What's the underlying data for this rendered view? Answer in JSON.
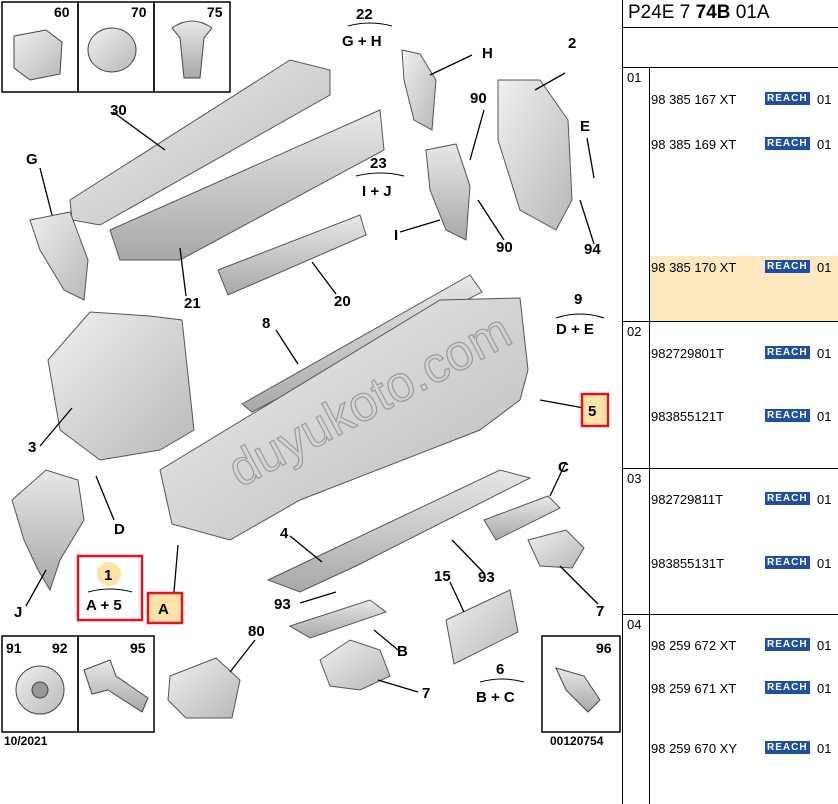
{
  "header": {
    "prefix": "P24E 7 ",
    "bold": "74B",
    "suffix": " 01A"
  },
  "groups": [
    {
      "num": "01",
      "rows": [
        {
          "pn": "98 385 167 XT",
          "qty": "01",
          "highlight": false
        },
        {
          "pn": "98 385 169 XT",
          "qty": "01",
          "highlight": false
        },
        {
          "pn": "98 385 170 XT",
          "qty": "01",
          "highlight": true
        }
      ]
    },
    {
      "num": "02",
      "rows": [
        {
          "pn": "982729801T",
          "qty": "01",
          "highlight": false
        },
        {
          "pn": "983855121T",
          "qty": "01",
          "highlight": false
        }
      ]
    },
    {
      "num": "03",
      "rows": [
        {
          "pn": "982729811T",
          "qty": "01",
          "highlight": false
        },
        {
          "pn": "983855131T",
          "qty": "01",
          "highlight": false
        }
      ]
    },
    {
      "num": "04",
      "rows": [
        {
          "pn": "98 259 672 XT",
          "qty": "01",
          "highlight": false
        },
        {
          "pn": "98 259 671 XT",
          "qty": "01",
          "highlight": false
        },
        {
          "pn": "98 259 670 XY",
          "qty": "01",
          "highlight": false
        }
      ]
    }
  ],
  "reach_label": "REACH",
  "accent_colors": {
    "highlight": "#fde8c0",
    "reach_badge": "#1f4fa3",
    "callout_red": "#e0141e",
    "callout_fill": "#fde3a7"
  },
  "diagram": {
    "boxes": {
      "b60": "60",
      "b70": "70",
      "b75": "75",
      "b91": "91",
      "b92": "92",
      "b95": "95",
      "b96": "96"
    },
    "callouts": {
      "c22": "22",
      "c22sub": "G + H",
      "cH": "H",
      "c2": "2",
      "c90a": "90",
      "c23": "23",
      "c23sub": "I + J",
      "cE": "E",
      "c30": "30",
      "cG": "G",
      "cI": "I",
      "c90b": "90",
      "c94": "94",
      "c21": "21",
      "c20": "20",
      "c8": "8",
      "c9": "9",
      "c9sub": "D + E",
      "c3": "3",
      "c5": "5",
      "cC": "C",
      "cD": "D",
      "c1": "1",
      "c1sub": "A + 5",
      "cA": "A",
      "c4": "4",
      "c15": "15",
      "c93a": "93",
      "c93b": "93",
      "cJ": "J",
      "c80": "80",
      "cB": "B",
      "c7a": "7",
      "c7b": "7",
      "c6": "6",
      "c6sub": "B + C"
    },
    "date": "10/2021",
    "code": "00120754",
    "watermark": "duyukoto.com"
  }
}
